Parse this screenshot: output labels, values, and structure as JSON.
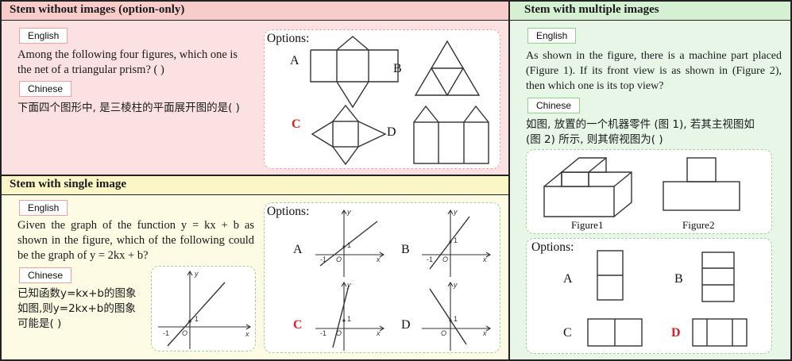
{
  "panels": {
    "option_only": {
      "title": "Stem without images (option-only)",
      "english_tag": "English",
      "english_text": "Among the following four figures, which one is the net of a triangular prism? ( )",
      "chinese_tag": "Chinese",
      "chinese_text": "下面四个图形中, 是三棱柱的平面展开图的是( )",
      "options_title": "Options:",
      "labels": [
        "A",
        "B",
        "C",
        "D"
      ],
      "answer": "C",
      "bg": "#fbe1e1"
    },
    "single_image": {
      "title": "Stem with single image",
      "english_tag": "English",
      "english_text": "Given the graph of the function y = kx + b as shown in the figure, which of the following could be the graph of y = 2kx + b?",
      "chinese_tag": "Chinese",
      "chinese_text": "已知函数y=kx+b的图象如图,则y=2kx+b的图象可能是( )",
      "options_title": "Options:",
      "labels": [
        "A",
        "B",
        "C",
        "D"
      ],
      "answer": "C",
      "axis_x": "x",
      "axis_y": "y",
      "origin": "O",
      "minus_one": "-1",
      "one": "1",
      "bg": "#fdfbe4"
    },
    "multi_image": {
      "title": "Stem with multiple images",
      "english_tag": "English",
      "english_text": "As shown in the figure, there is a machine part placed (Figure 1). If its front view is as shown in (Figure 2), then which one is its top view?",
      "chinese_tag": "Chinese",
      "chinese_text": "如图, 放置的一个机器零件 (图 1), 若其主视图如 (图 2) 所示, 则其俯视图为( )",
      "figure1": "Figure1",
      "figure2": "Figure2",
      "options_title": "Options:",
      "labels": [
        "A",
        "B",
        "C",
        "D"
      ],
      "answer": "D",
      "bg": "#e7f6e7"
    }
  },
  "colors": {
    "answer": "#d62222",
    "red_border": "#f0a6a6",
    "green_border": "#9ad68f",
    "header_pink": "#f9cccc",
    "header_yellow": "#fbf6c6",
    "header_green": "#d6f0d3"
  }
}
